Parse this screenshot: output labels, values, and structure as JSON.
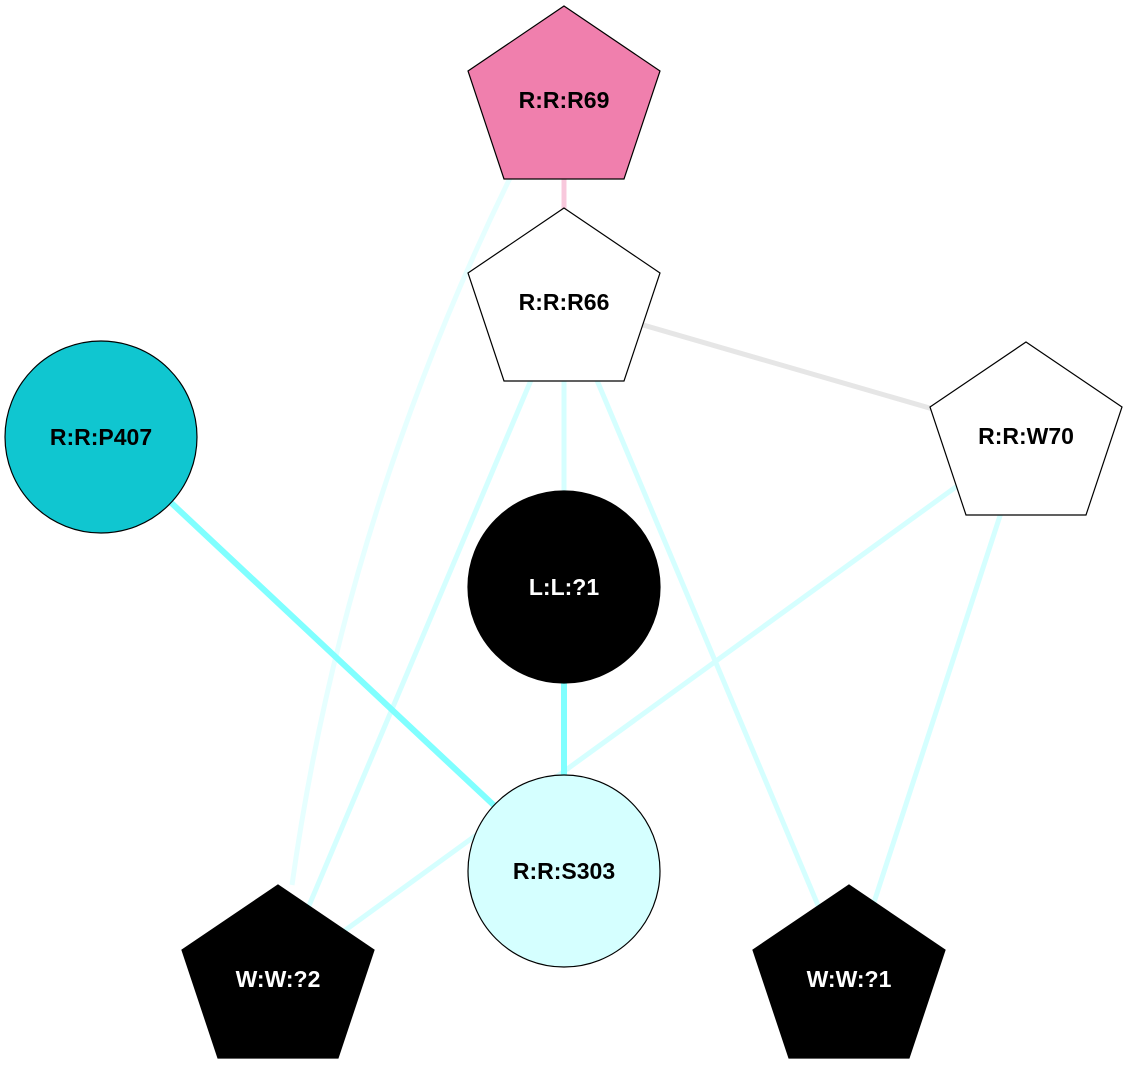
{
  "nodes": [
    {
      "id": "R:R:R69",
      "label": "R:R:R69",
      "shape": "pentagon",
      "fill": "#f07fad",
      "text_color": "#000000"
    },
    {
      "id": "R:R:R66",
      "label": "R:R:R66",
      "shape": "pentagon",
      "fill": "#ffffff",
      "text_color": "#000000"
    },
    {
      "id": "R:R:W70",
      "label": "R:R:W70",
      "shape": "pentagon",
      "fill": "#ffffff",
      "text_color": "#000000"
    },
    {
      "id": "R:R:P407",
      "label": "R:R:P407",
      "shape": "circle",
      "fill": "#10c6d0",
      "text_color": "#000000"
    },
    {
      "id": "L:L:?1",
      "label": "L:L:?1",
      "shape": "circle",
      "fill": "#000000",
      "text_color": "#ffffff"
    },
    {
      "id": "R:R:S303",
      "label": "R:R:S303",
      "shape": "circle",
      "fill": "#d5ffff",
      "text_color": "#000000"
    },
    {
      "id": "W:W:?2",
      "label": "W:W:?2",
      "shape": "pentagon",
      "fill": "#000000",
      "text_color": "#ffffff"
    },
    {
      "id": "W:W:?1",
      "label": "W:W:?1",
      "shape": "pentagon",
      "fill": "#000000",
      "text_color": "#ffffff"
    }
  ],
  "edges": [
    {
      "source": "R:R:R69",
      "target": "R:R:R66",
      "color": "#f8c8dc"
    },
    {
      "source": "R:R:R66",
      "target": "R:R:W70",
      "color": "#e6e6e6"
    },
    {
      "source": "R:R:R69",
      "target": "W:W:?2",
      "color": "#e6ffff",
      "curved": true
    },
    {
      "source": "R:R:R66",
      "target": "W:W:?2",
      "color": "#d5ffff"
    },
    {
      "source": "R:R:R66",
      "target": "L:L:?1",
      "color": "#d5ffff"
    },
    {
      "source": "R:R:R66",
      "target": "W:W:?1",
      "color": "#d5ffff"
    },
    {
      "source": "R:R:W70",
      "target": "W:W:?2",
      "color": "#d5ffff"
    },
    {
      "source": "R:R:W70",
      "target": "W:W:?1",
      "color": "#d5ffff"
    },
    {
      "source": "R:R:P407",
      "target": "R:R:S303",
      "color": "#80ffff"
    },
    {
      "source": "L:L:?1",
      "target": "R:R:S303",
      "color": "#80ffff"
    }
  ]
}
